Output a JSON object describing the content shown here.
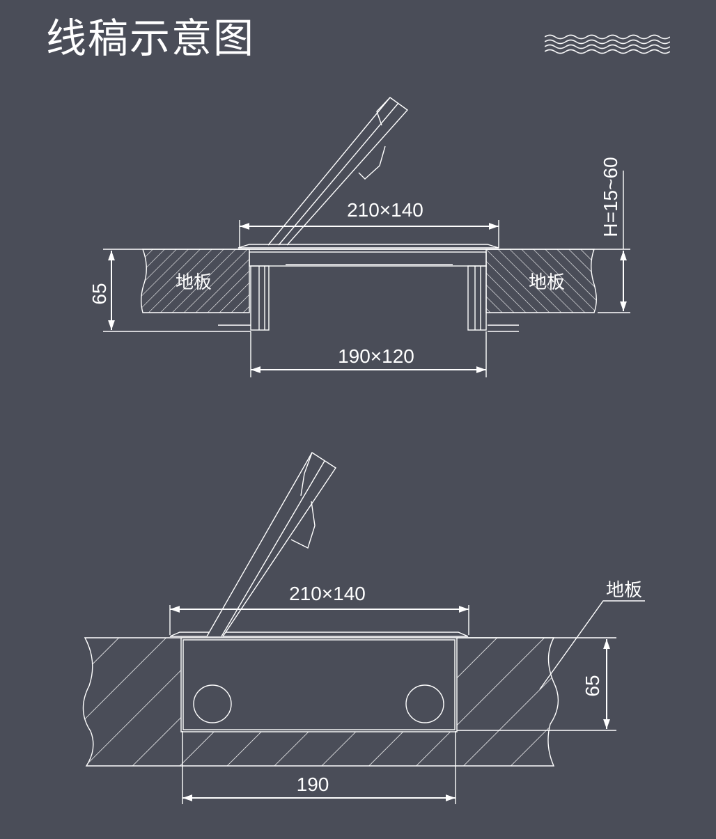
{
  "header": {
    "title": "线稿示意图",
    "decoration_icon": "wave-lines-icon"
  },
  "top_diagram": {
    "top_dimension": "210×140",
    "bottom_dimension": "190×120",
    "depth_dimension": "65",
    "height_range": "H=15~60",
    "floor_label_left": "地板",
    "floor_label_right": "地板"
  },
  "bottom_diagram": {
    "top_dimension": "210×140",
    "bottom_dimension": "190",
    "depth_dimension": "65",
    "floor_label": "地板"
  },
  "colors": {
    "background": "#4a4d58",
    "line": "#ffffff"
  }
}
